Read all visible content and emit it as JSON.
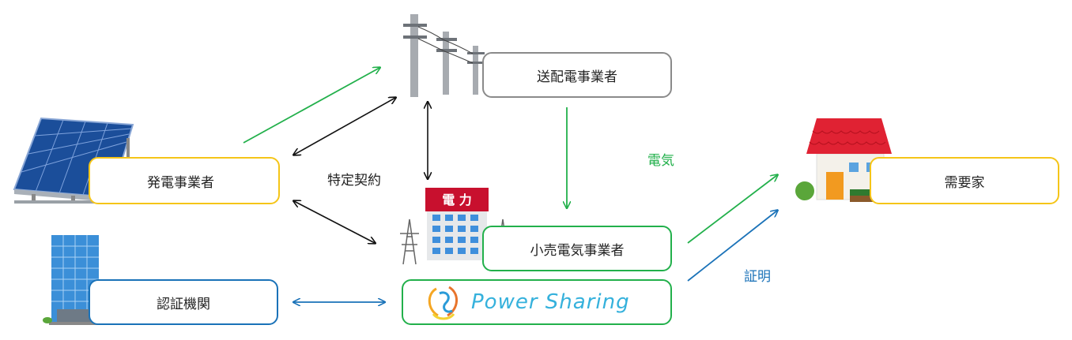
{
  "boxes": {
    "transmission": "送配電事業者",
    "generator": "発電事業者",
    "retailer": "小売電気事業者",
    "consumer": "需要家",
    "certifier": "認証機関"
  },
  "labels": {
    "electricity": "電気",
    "specific_contract": "特定契約",
    "proof": "証明"
  },
  "power_sharing": {
    "brand": "Power Sharing"
  },
  "building_sign": "電 力",
  "colors": {
    "green": "#22b04b",
    "blue": "#1a72b8",
    "orange": "#f5c518",
    "gray": "#7f7f7f",
    "black": "#111111"
  }
}
